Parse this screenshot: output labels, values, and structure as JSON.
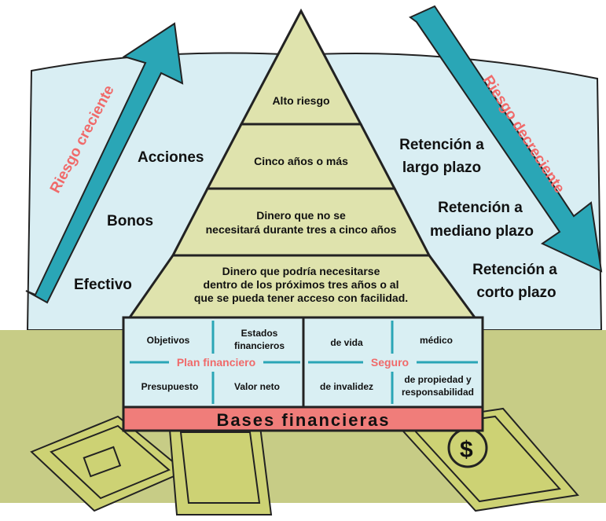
{
  "colors": {
    "sky": "#d9eef3",
    "ground": "#c7cc86",
    "pyramid": "#dfe3ad",
    "arrow": "#2aa6b6",
    "cell": "#d9eff3",
    "divider": "#2aa6b6",
    "accent_red": "#f06a6a",
    "bill": "#cdd274"
  },
  "arrows": {
    "increasing": "Riesgo creciente",
    "decreasing": "Riesgo decreciente"
  },
  "pyramid": {
    "tier1": "Alto riesgo",
    "tier2": "Cinco años o más",
    "tier3": [
      "Dinero que no se",
      "necesitará durante tres a cinco años"
    ],
    "tier4": [
      "Dinero que podría necesitarse",
      "dentro de los próximos tres años o al",
      "que se pueda tener acceso con facilidad."
    ]
  },
  "left_labels": {
    "stocks": "Acciones",
    "bonds": "Bonos",
    "cash": "Efectivo"
  },
  "right_labels": {
    "long": [
      "Retención a",
      "largo plazo"
    ],
    "medium": [
      "Retención a",
      "mediano plazo"
    ],
    "short": [
      "Retención a",
      "corto plazo"
    ]
  },
  "plan": {
    "title": "Plan financiero",
    "goals": "Objetivos",
    "statements": [
      "Estados",
      "financieros"
    ],
    "budget": "Presupuesto",
    "net_worth": "Valor neto"
  },
  "insurance": {
    "title": "Seguro",
    "life": "de vida",
    "medical": "médico",
    "disability": "de invalidez",
    "property": [
      "de propiedad y",
      "responsabilidad"
    ]
  },
  "base": {
    "label": "Bases financieras"
  }
}
